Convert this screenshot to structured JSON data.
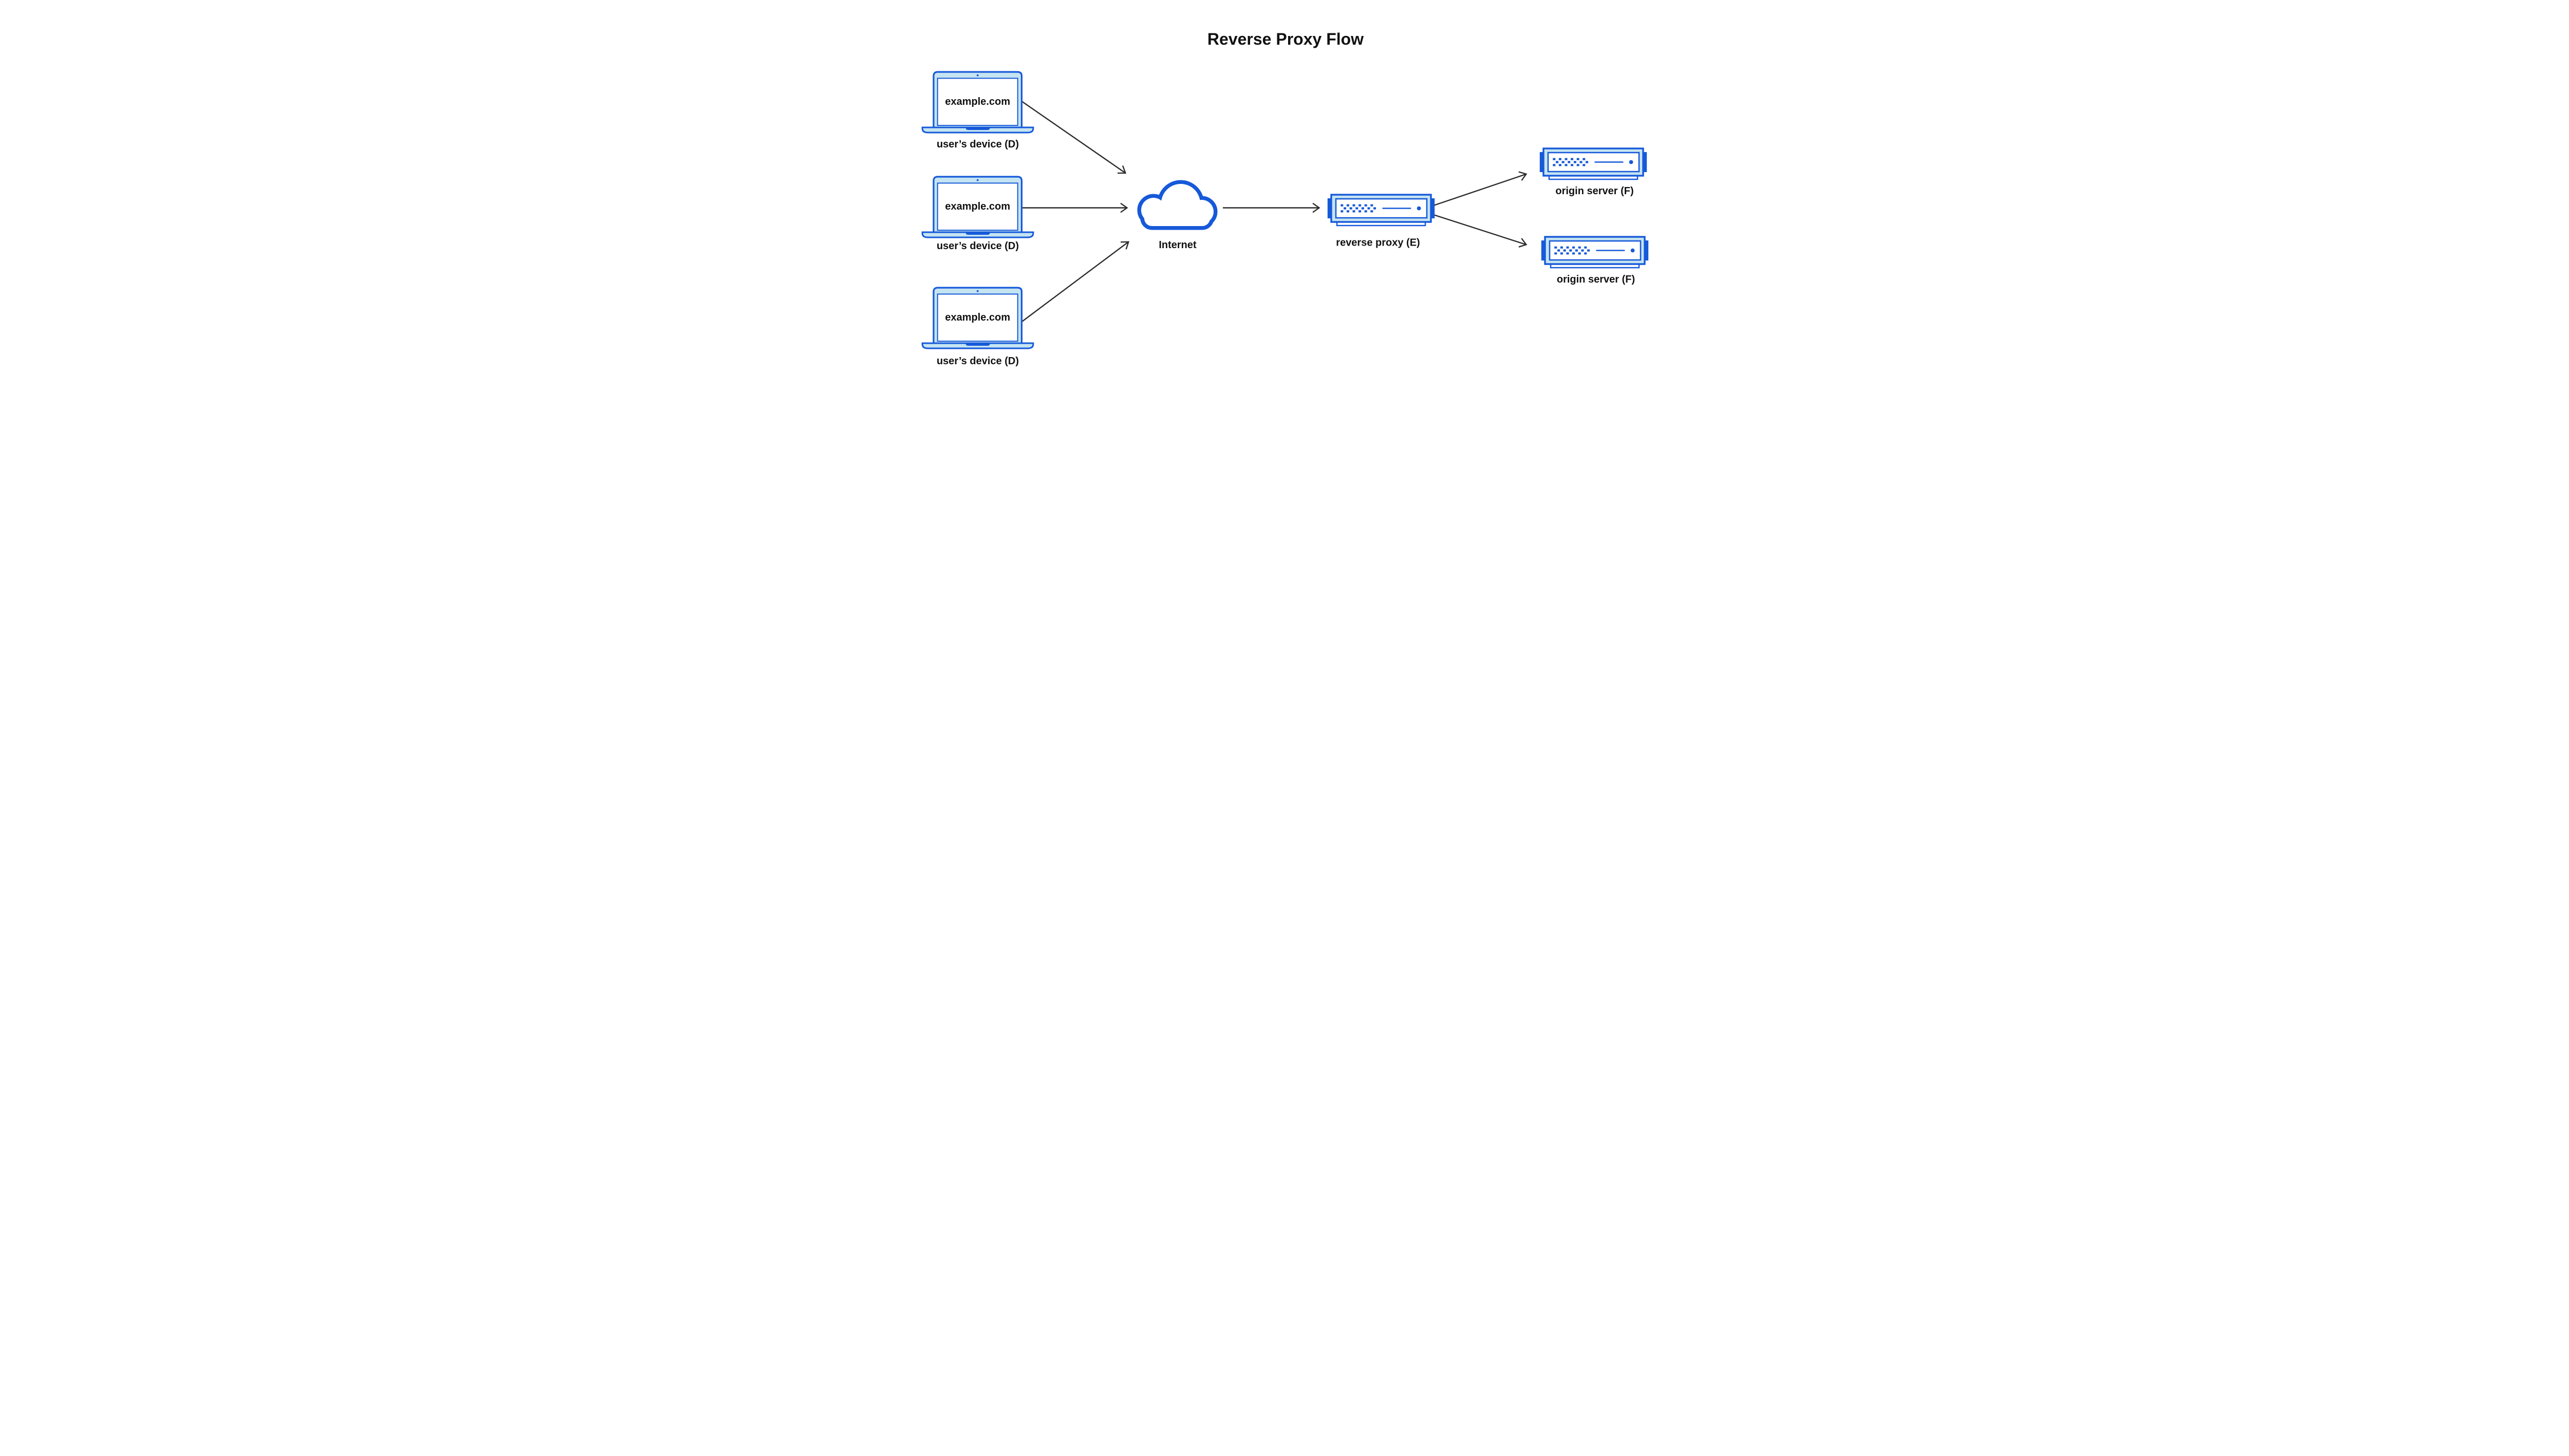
{
  "title": "Reverse Proxy Flow",
  "colors": {
    "primary_blue": "#1659D9",
    "light_blue": "#C5E4F1",
    "arrow_dark": "#2B2B2B",
    "text_black": "#111111",
    "background": "#FFFFFF"
  },
  "nodes": {
    "devices": [
      {
        "icon": "laptop-icon",
        "screen_text": "example.com",
        "label": "user’s device (D)"
      },
      {
        "icon": "laptop-icon",
        "screen_text": "example.com",
        "label": "user’s device (D)"
      },
      {
        "icon": "laptop-icon",
        "screen_text": "example.com",
        "label": "user’s device (D)"
      }
    ],
    "internet": {
      "icon": "cloud-icon",
      "label": "Internet"
    },
    "reverse_proxy": {
      "icon": "server-icon",
      "label": "reverse proxy (E)"
    },
    "origin_servers": [
      {
        "icon": "server-icon",
        "label": "origin server (F)"
      },
      {
        "icon": "server-icon",
        "label": "origin server (F)"
      }
    ]
  },
  "edges": [
    {
      "from": "user’s device (D) #1",
      "to": "Internet"
    },
    {
      "from": "user’s device (D) #2",
      "to": "Internet"
    },
    {
      "from": "user’s device (D) #3",
      "to": "Internet"
    },
    {
      "from": "Internet",
      "to": "reverse proxy (E)"
    },
    {
      "from": "reverse proxy (E)",
      "to": "origin server (F) #1"
    },
    {
      "from": "reverse proxy (E)",
      "to": "origin server (F) #2"
    }
  ]
}
